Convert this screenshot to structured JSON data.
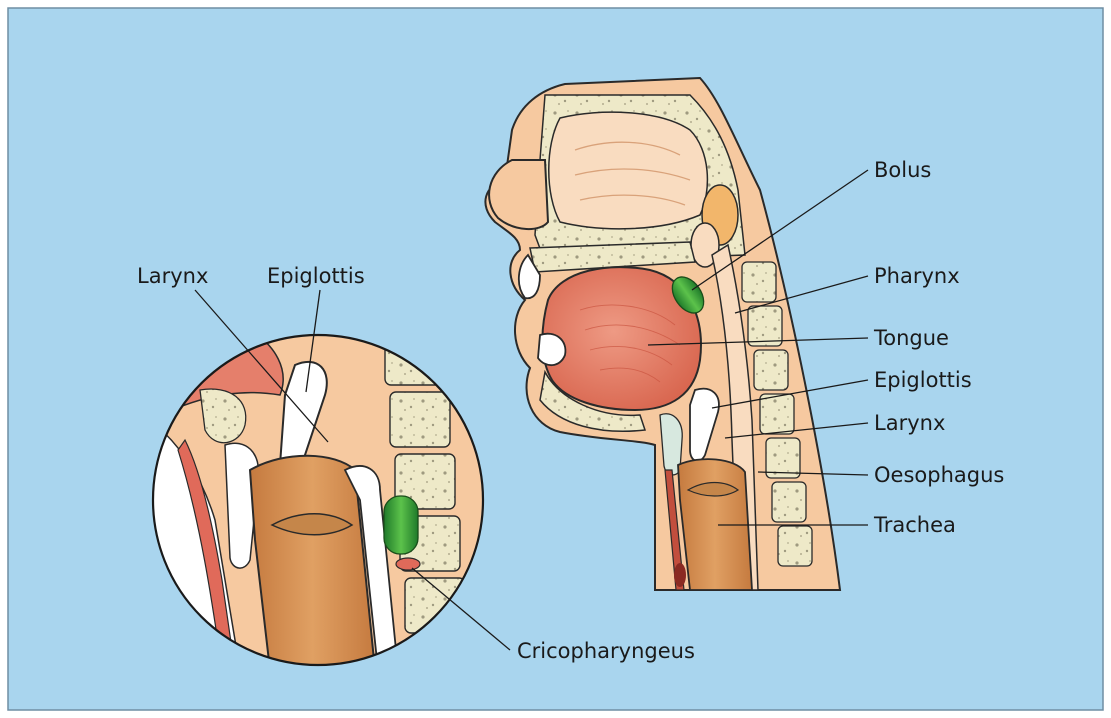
{
  "colors": {
    "background": "#a9d5ee",
    "frame": "#6f8ea3",
    "skin": "#f6c9a0",
    "skin_dark": "#eab287",
    "bone": "#eee9c8",
    "tongue": "#e57f6b",
    "muscle": "#d98b4e",
    "bolus": "#3aa43a",
    "cricopharyngeus": "#e06a5a"
  },
  "labels": {
    "bolus": "Bolus",
    "pharynx": "Pharynx",
    "tongue": "Tongue",
    "epiglottis_right": "Epiglottis",
    "larynx_right": "Larynx",
    "oesophagus": "Oesophagus",
    "trachea": "Trachea",
    "larynx_left": "Larynx",
    "epiglottis_left": "Epiglottis",
    "cricopharyngeus": "Cricopharyngeus"
  }
}
